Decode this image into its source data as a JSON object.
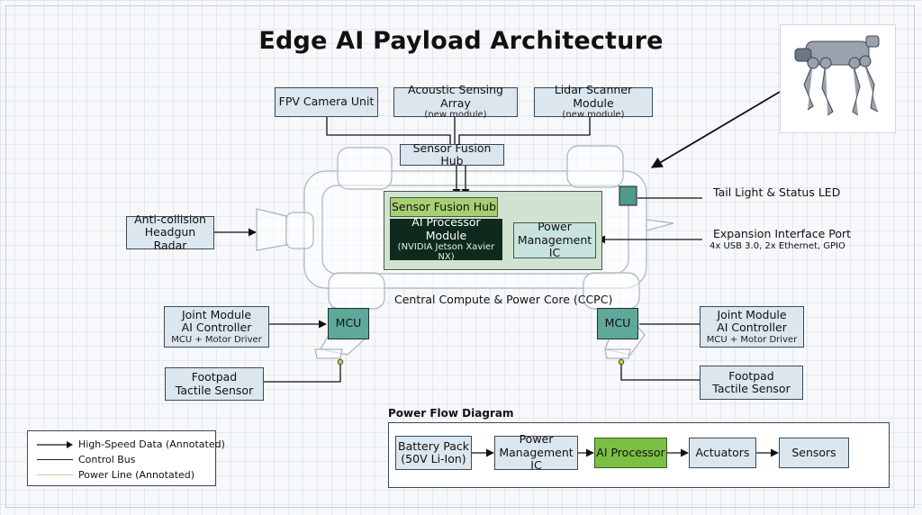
{
  "title": "Edge AI Payload Architecture",
  "sensors": {
    "fpv_camera": "FPV Camera Unit",
    "acoustic": "Acoustic Sensing Array",
    "acoustic_note": "(new module)",
    "lidar": "Lidar Scanner Module",
    "lidar_note": "(new module)",
    "fusion_hub_top": "Sensor Fusion Hub"
  },
  "core": {
    "fusion_hub": "Sensor Fusion Hub",
    "ai_module": "AI Processor Module",
    "ai_module_sub": "(NVIDIA Jetson Xavier NX)",
    "power_ic_line1": "Power",
    "power_ic_line2": "Management IC",
    "caption": "Central Compute & Power Core (CCPC)"
  },
  "left": {
    "radar_line1": "Anti-collision",
    "radar_line2": "Headgun Radar",
    "joint_line1": "Joint Module",
    "joint_line2": "AI Controller",
    "joint_sub": "MCU + Motor Driver",
    "footpad_line1": "Footpad",
    "footpad_line2": "Tactile Sensor",
    "mcu": "MCU"
  },
  "right": {
    "tail_light": "Tail Light & Status LED",
    "expansion": "Expansion Interface Port",
    "expansion_sub": "4x USB 3.0, 2x Ethernet, GPIO",
    "joint_line1": "Joint Module",
    "joint_line2": "AI Controller",
    "joint_sub": "MCU + Motor Driver",
    "footpad_line1": "Footpad",
    "footpad_line2": "Tactile Sensor",
    "mcu": "MCU"
  },
  "legend": {
    "high_speed": "High-Speed Data (Annotated)",
    "control": "Control Bus",
    "power": "Power Line (Annotated)",
    "colors": {
      "data": "#111111",
      "control": "#222222",
      "power": "#c8c89a"
    }
  },
  "power_flow": {
    "title": "Power Flow Diagram",
    "battery_line1": "Battery Pack",
    "battery_line2": "(50V Li-Ion)",
    "pmic_line1": "Power",
    "pmic_line2": "Management IC",
    "ai": "AI Processor",
    "actuators": "Actuators",
    "sensors": "Sensors"
  },
  "colors": {
    "box_fill": "#dbe6ee",
    "ai_module": "#0d2a1c",
    "fusion_hub_core": "#a7cf72",
    "mcu": "#5fa89a",
    "core_panel": "#d2e2d2",
    "ai_processor_flow": "#7bc043"
  }
}
